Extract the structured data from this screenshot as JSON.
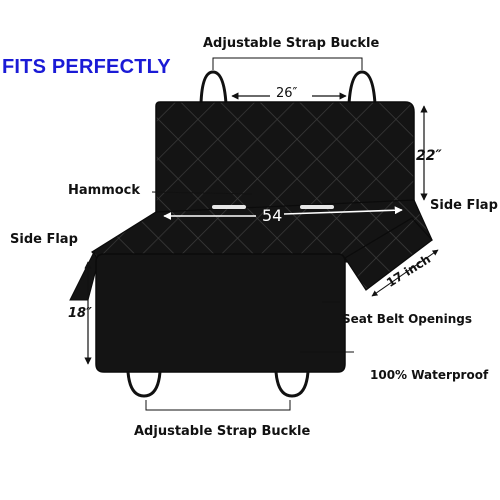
{
  "headline": {
    "text": "FITS PERFECTLY",
    "color": "#1a1ad6"
  },
  "labels": {
    "strap_top": "Adjustable Strap Buckle",
    "strap_bottom": "Adjustable Strap Buckle",
    "hammock": "Hammock",
    "side_flap_left": "Side Flap",
    "side_flap_right": "Side Flap",
    "seat_belt": "Seat Belt Openings",
    "waterproof": "100% Waterproof"
  },
  "dimensions": {
    "strap_spacing": "26″",
    "backrest_height": "22″",
    "width": "54",
    "flap_length": "17 inch",
    "seat_depth": "18″"
  },
  "colors": {
    "cover": "#141414",
    "quilt": "#3a3a3a",
    "text": "#111111"
  }
}
